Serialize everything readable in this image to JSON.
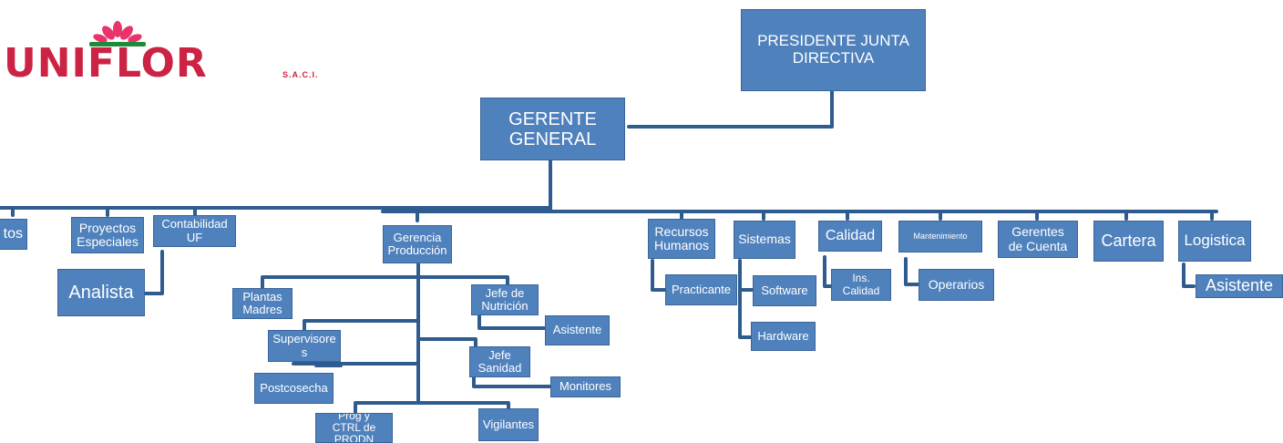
{
  "logo": {
    "word": "UNIFLOR",
    "suffix": "S.A.C.I."
  },
  "colors": {
    "box_fill": "#4f81bd",
    "box_border": "#3a6499",
    "connector": "#2e5c8f",
    "text": "#ffffff"
  },
  "boxes": {
    "presidente": "PRESIDENTE JUNTA DIRECTIVA",
    "gerente_general": "GERENTE GENERAL",
    "tos": "tos",
    "proyectos": "Proyectos Especiales",
    "contabilidad": "Contabilidad UF",
    "analista": "Analista",
    "gerencia_produccion": "Gerencia Producción",
    "plantas_madres": "Plantas Madres",
    "supervisores": "Supervisore s",
    "postcosecha": "Postcosecha",
    "prog_ctrl": "Prog y CTRL de PRODN",
    "jefe_nutricion": "Jefe de Nutrición",
    "asistente_prod": "Asistente",
    "jefe_sanidad": "Jefe Sanidad",
    "monitores": "Monitores",
    "vigilantes": "Vigilantes",
    "recursos_humanos": "Recursos Humanos",
    "practicante": "Practicante",
    "sistemas": "Sistemas",
    "software": "Software",
    "hardware": "Hardware",
    "calidad": "Calidad",
    "ins_calidad": "Ins. Calidad",
    "mantenimiento": "Mantenimiento",
    "operarios": "Operarios",
    "gerentes_cuenta": "Gerentes de Cuenta",
    "cartera": "Cartera",
    "logistica": "Logistica",
    "asistente_log": "Asistente"
  }
}
